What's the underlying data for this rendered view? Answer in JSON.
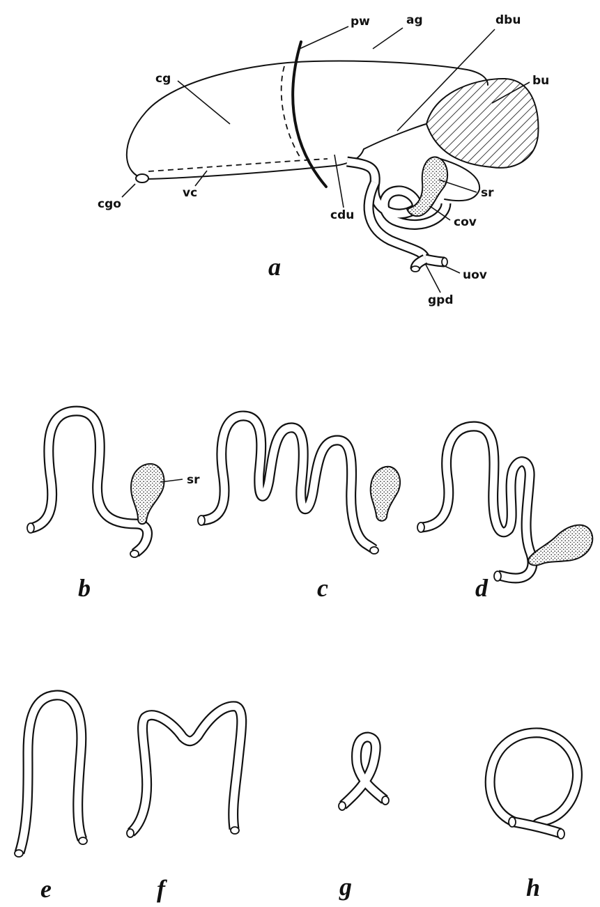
{
  "figure_a": {
    "panel_label": "a",
    "structure_labels": {
      "pw": "pw",
      "ag": "ag",
      "dbu": "dbu",
      "cg": "cg",
      "bu": "bu",
      "sr": "sr",
      "cov": "cov",
      "uov": "uov",
      "gpd": "gpd",
      "cgo": "cgo",
      "vc": "vc",
      "cdu": "cdu"
    }
  },
  "figure_b": {
    "panel_label": "b",
    "sr_label": "sr"
  },
  "figure_c": {
    "panel_label": "c"
  },
  "figure_d": {
    "panel_label": "d"
  },
  "figure_e": {
    "panel_label": "e"
  },
  "figure_f": {
    "panel_label": "f"
  },
  "figure_g": {
    "panel_label": "g"
  },
  "figure_h": {
    "panel_label": "h"
  },
  "style": {
    "ink_color": "#111111",
    "background": "#ffffff"
  }
}
